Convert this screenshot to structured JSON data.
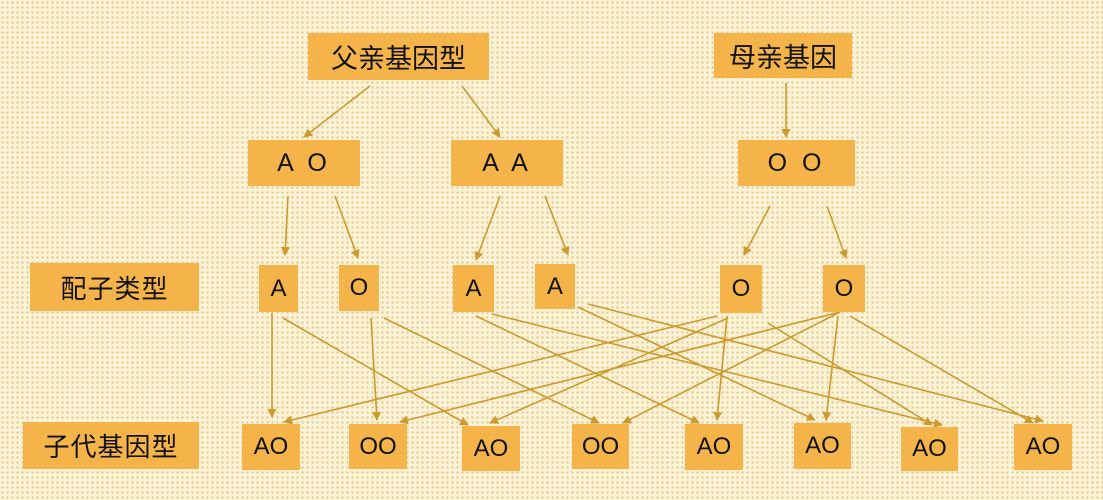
{
  "titles": {
    "father": "父亲基因型",
    "mother": "母亲基因"
  },
  "row_labels": {
    "gamete": "配子类型",
    "offspring": "子代基因型"
  },
  "genotypes": [
    "A O",
    "A A",
    "O O"
  ],
  "gametes": [
    "A",
    "O",
    "A",
    "A",
    "O",
    "O"
  ],
  "offspring": [
    "AO",
    "OO",
    "AO",
    "OO",
    "AO",
    "AO",
    "AO",
    "AO"
  ],
  "colors": {
    "box": "#f4b44a",
    "arrow": "#cc9a2e",
    "background": "#fcf3d6"
  }
}
